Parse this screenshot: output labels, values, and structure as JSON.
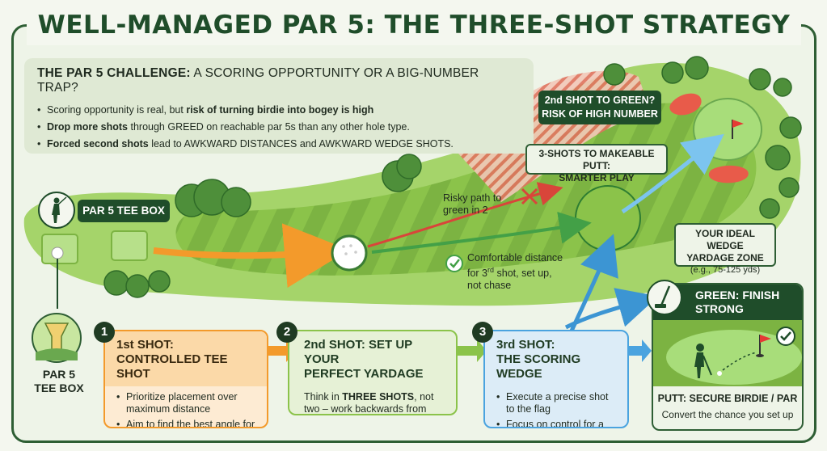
{
  "title": "WELL-MANAGED PAR 5: THE THREE-SHOT STRATEGY",
  "challenge": {
    "heading_bold": "THE PAR 5 CHALLENGE:",
    "heading_rest": " A SCORING OPPORTUNITY OR A BIG-NUMBER TRAP?",
    "bullets": [
      {
        "pre": "Scoring opportunity is real, but ",
        "bold": "risk of turning birdie into bogey is high",
        "post": ""
      },
      {
        "pre": "",
        "bold": "Drop more shots",
        "post": " through GREED on reachable par 5s than any other hole type."
      },
      {
        "pre": "",
        "bold": "Forced second shots",
        "post": " lead to AWKWARD DISTANCES and AWKWARD WEDGE SHOTS."
      }
    ]
  },
  "labels": {
    "risk_line1": "2nd SHOT TO GREEN?",
    "risk_line2": "RISK OF HIGH NUMBER",
    "smart_line1": "3-SHOTS TO MAKEABLE PUTT:",
    "smart_line2": "SMARTER PLAY",
    "tee_box": "PAR 5 TEE BOX",
    "risky_path_line1": "Risky path to",
    "risky_path_line2": "green in 2",
    "comfortable_line1": "Comfortable distance",
    "comfortable_line2_pre": "for 3",
    "comfortable_line2_sup": "rd",
    "comfortable_line2_post": " shot, set up,",
    "comfortable_line3": "not chase",
    "wedge_zone_line1": "YOUR IDEAL WEDGE",
    "wedge_zone_line2": "YARDAGE ZONE",
    "wedge_zone_line3": "(e.g., 75-125 yds)",
    "tee_caption_line1": "PAR 5",
    "tee_caption_line2": "TEE BOX"
  },
  "steps": [
    {
      "number": "1",
      "title_line1": "1st SHOT:",
      "title_line2": "CONTROLLED TEE SHOT",
      "bullets": [
        "Prioritize placement over maximum distance",
        "Aim to find the best angle for the next move"
      ]
    },
    {
      "number": "2",
      "title_line1": "2nd SHOT: SET UP YOUR",
      "title_line2": "PERFECT YARDAGE",
      "body_pre": "Think in ",
      "body_bold": "THREE SHOTS",
      "body_post": ", not two – work backwards from your ideal wedge yardage"
    },
    {
      "number": "3",
      "title_line1": "3rd SHOT:",
      "title_line2": "THE SCORING WEDGE",
      "bullets": [
        "Execute a precise shot to the flag",
        "Focus on control for a makeable birdie putt"
      ]
    }
  ],
  "green_card": {
    "header_line1": "GREEN: FINISH",
    "header_line2": "STRONG",
    "footer_title": "PUTT: SECURE BIRDIE / PAR",
    "footer_text": "Convert the chance you set up"
  },
  "colors": {
    "dark_green": "#1f4d2a",
    "fairway": "#7cb342",
    "rough": "#9ccc65",
    "orange": "#f39a2b",
    "step1_bg": "#fdebd3",
    "step2_bg": "#e6f1d6",
    "step3_bg": "#dcecf7",
    "blue_arrow": "#4aa3df",
    "red": "#d9453a"
  }
}
